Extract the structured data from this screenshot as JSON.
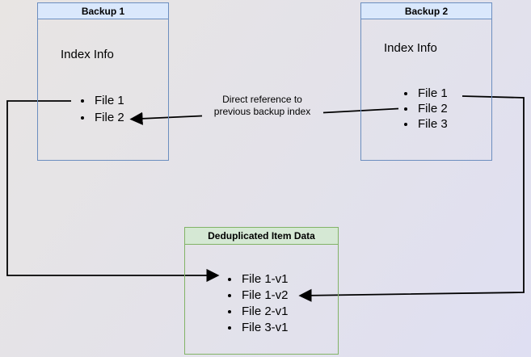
{
  "colors": {
    "background_top_left": "#e8e5e3",
    "background_bottom_right": "#dfdff2",
    "blue_fill": "#dae8fc",
    "blue_border": "#6c8ebf",
    "green_fill": "#d5e8d4",
    "green_border": "#82b366",
    "line": "#000000",
    "text": "#000000"
  },
  "nodes": {
    "backup1": {
      "title": "Backup 1",
      "heading": "Index Info",
      "items": [
        "File 1",
        "File 2"
      ]
    },
    "backup2": {
      "title": "Backup 2",
      "heading": "Index Info",
      "items": [
        "File 1",
        "File 2",
        "File 3"
      ]
    },
    "dedup": {
      "title": "Deduplicated Item Data",
      "items": [
        "File 1-v1",
        "File 1-v2",
        "File 2-v1",
        "File 3-v1"
      ]
    }
  },
  "edges": {
    "direct_reference": {
      "label_line1": "Direct reference to",
      "label_line2": "previous backup index"
    }
  }
}
